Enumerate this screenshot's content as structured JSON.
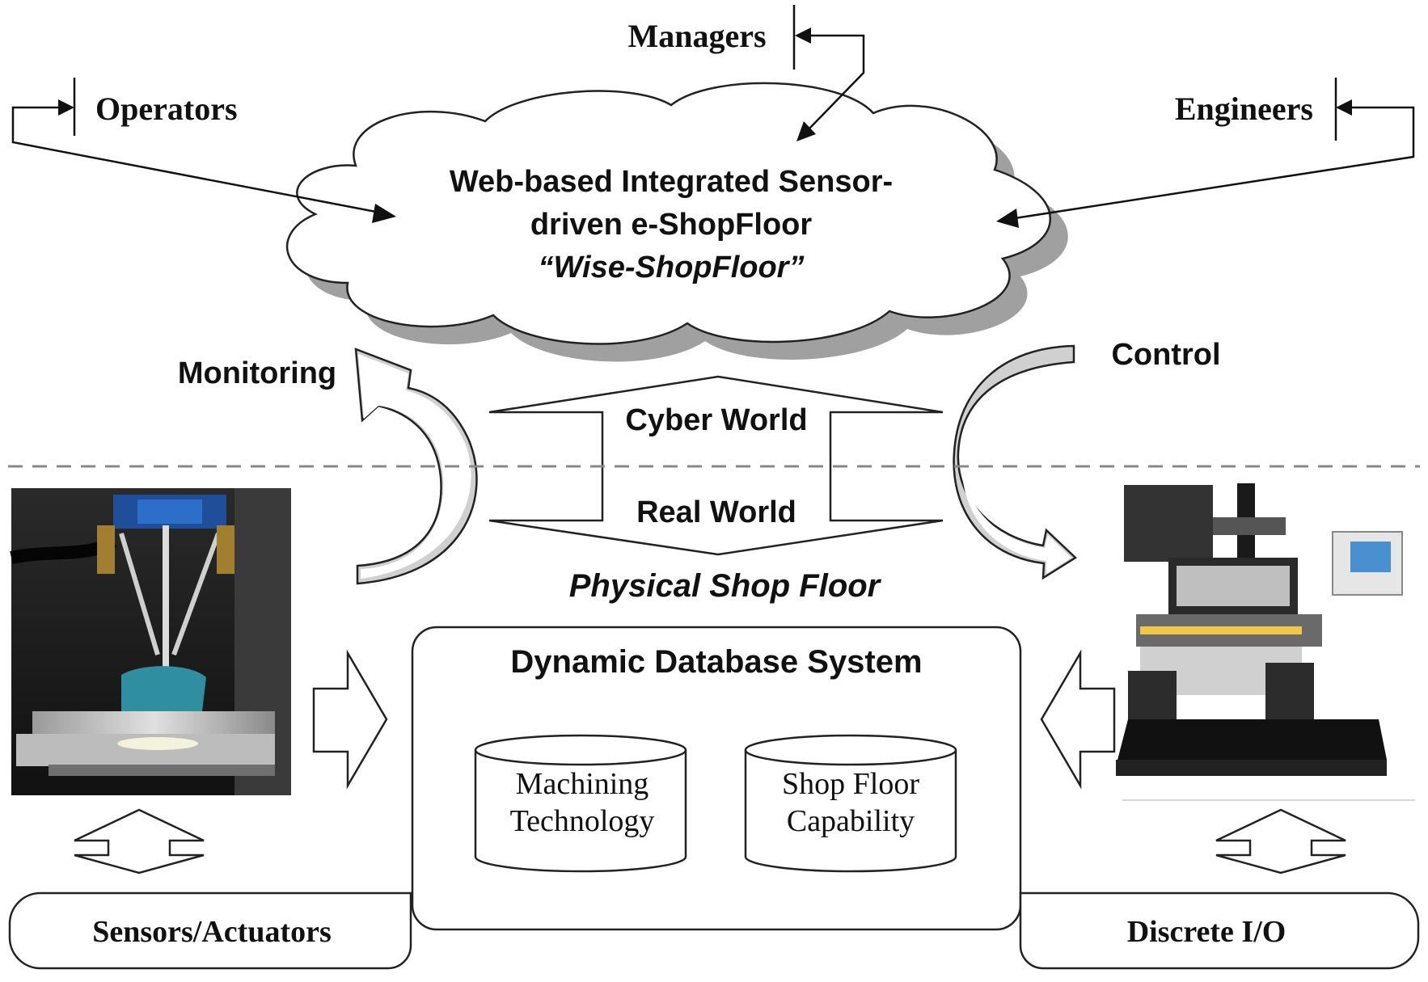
{
  "cloud": {
    "line1": "Web-based Integrated Sensor-",
    "line2": "driven e-ShopFloor",
    "line3": "“Wise-ShopFloor”"
  },
  "users": {
    "managers": "Managers",
    "operators": "Operators",
    "engineers": "Engineers"
  },
  "flows": {
    "monitoring": "Monitoring",
    "control": "Control",
    "cyber_world": "Cyber World",
    "real_world": "Real World",
    "physical_shop_floor": "Physical Shop Floor"
  },
  "database": {
    "title": "Dynamic Database System",
    "machining_line1": "Machining",
    "machining_line2": "Technology",
    "capability_line1": "Shop Floor",
    "capability_line2": "Capability"
  },
  "bottom": {
    "sensors": "Sensors/Actuators",
    "discrete_io": "Discrete I/O"
  },
  "pictures": {
    "left": "parallel-kinematic-machine-photo",
    "right": "cnc-milling-machine-photo"
  }
}
